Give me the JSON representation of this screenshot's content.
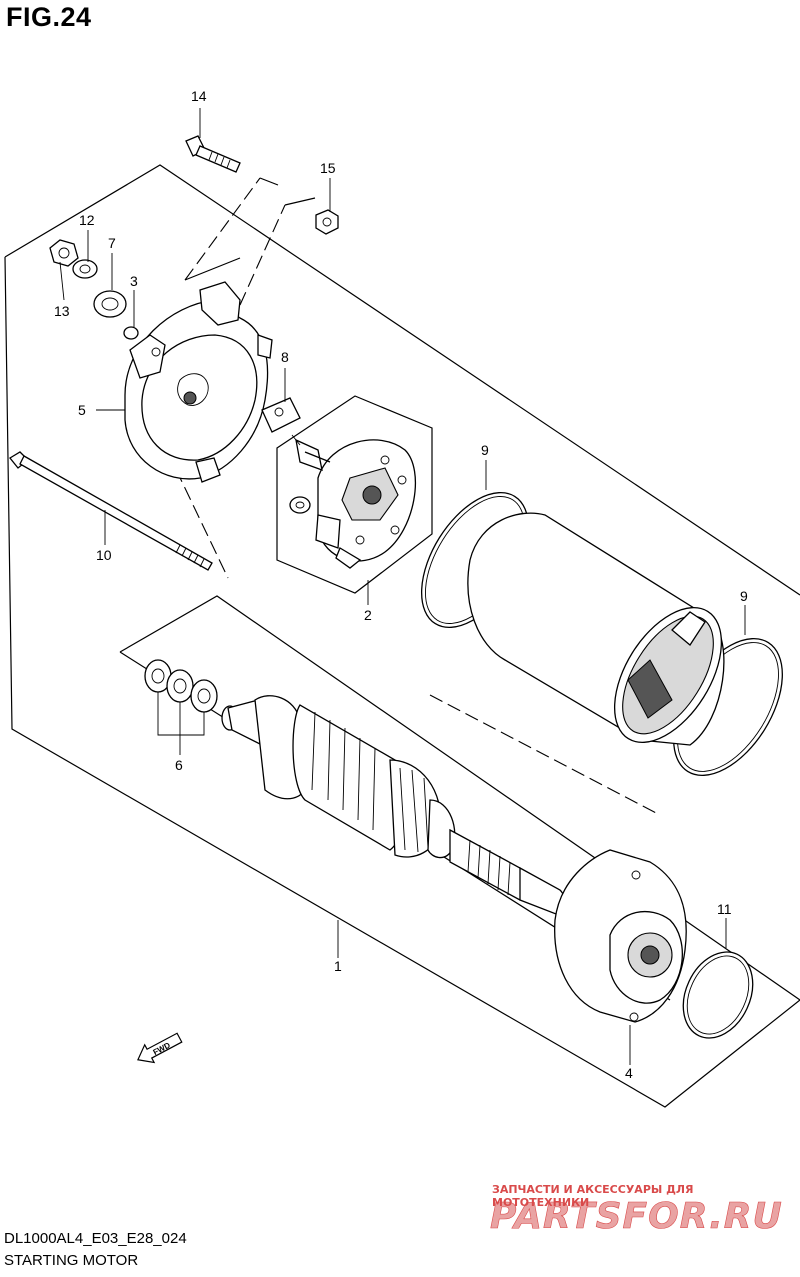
{
  "figure": {
    "title": "FIG.24",
    "model_code": "DL1000AL4_E03_E28_024",
    "name": "STARTING MOTOR"
  },
  "fwd_label": "FWD",
  "callouts": {
    "c1": "1",
    "c2": "2",
    "c3": "3",
    "c4": "4",
    "c5": "5",
    "c6": "6",
    "c7": "7",
    "c8": "8",
    "c9a": "9",
    "c9b": "9",
    "c10": "10",
    "c11": "11",
    "c12": "12",
    "c13": "13",
    "c14": "14",
    "c15": "15"
  },
  "watermark": {
    "tagline": "ЗАПЧАСТИ И АКСЕССУАРЫ ДЛЯ МОТОТЕХНИКИ",
    "logo": "PARTSFOR.RU"
  }
}
